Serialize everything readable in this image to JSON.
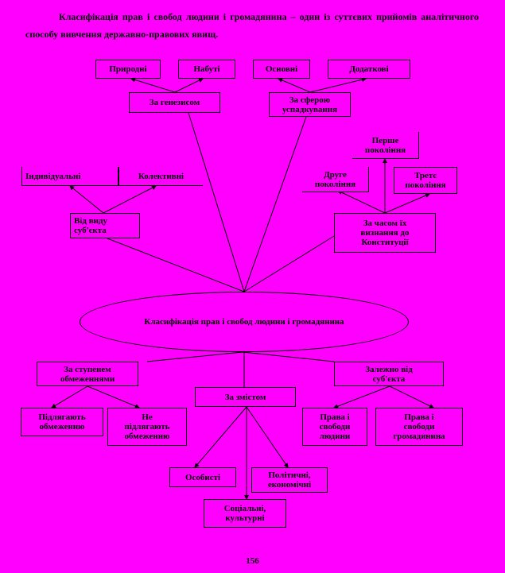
{
  "intro_text": "Класифікація прав і свобод людини і громадянина – один із суттєвих прийомів аналітичного способу вивчення державно-правових явищ.",
  "center": "Класифікація прав і свобод людини і громадянина",
  "nodes": {
    "po_pryrodi": "Природні",
    "nabuti": "Набуті",
    "osnovni": "Основні",
    "dodatkovi": "Додаткові",
    "za_geneziesom": "За генезисом",
    "za_sferoyu": "За сферою\nуспадкування",
    "pershe": "Перше\nпокоління",
    "druge": "Друге\nпокоління",
    "tretye": "Третє\nпокоління",
    "indyvidualni": "Індивідуальні",
    "kolektyvni": "Колективні",
    "vid_vydu": "Від виду\nсуб'єкта",
    "za_chasom": "За часом їх\nвизнання до\nКонституції",
    "za_stupenem": "За ступенем\nобмеженнями",
    "zalezhno": "Залежно від\nсуб'єкта",
    "za_zmistom": "За змістом",
    "pidlyagayut": "Підлягають\nобмеженню",
    "ne_pidlyagayut": "Не\nпідлягають\nобмеженню",
    "prava_lyudyny": "Права і\nсвободи\nлюдини",
    "prava_gromadyanyna": "Права і\nсвободи\nгромадянина",
    "osobysti": "Особисті",
    "politychni": "Політичні,\nекономічні",
    "sotsialni": "Соціальні,\nкультурні"
  },
  "page_number": "156"
}
